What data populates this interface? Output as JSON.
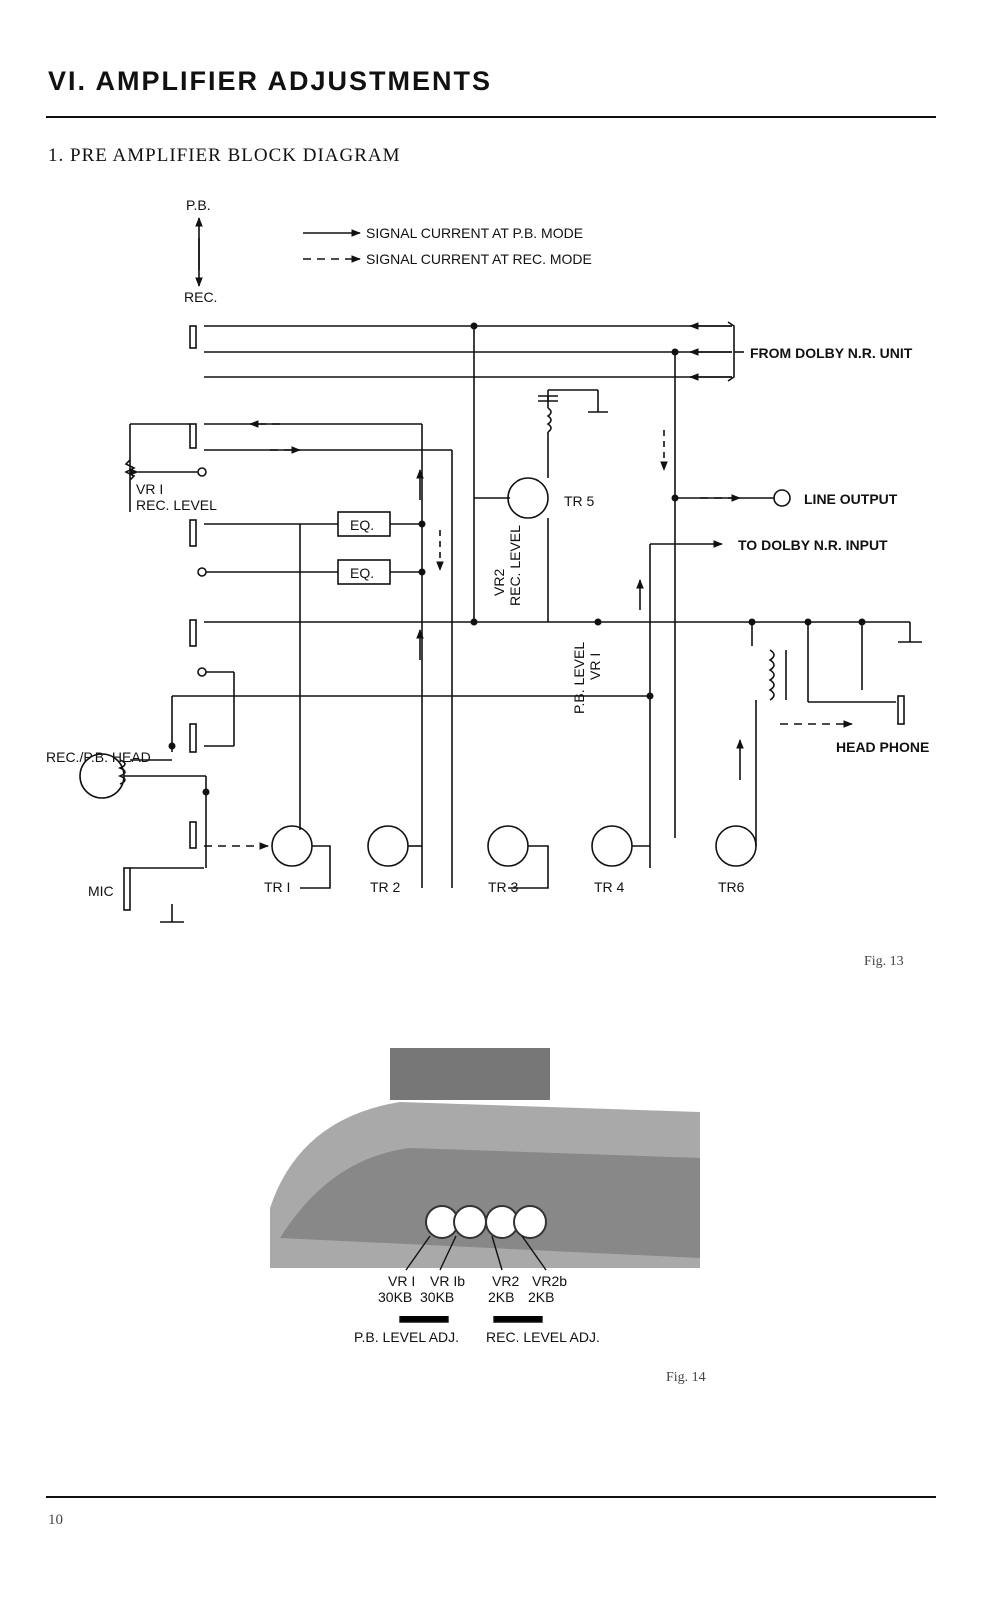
{
  "section_title": "VI. AMPLIFIER ADJUSTMENTS",
  "sub_heading": "1. PRE AMPLIFIER BLOCK DIAGRAM",
  "diagram": {
    "switch_pb": "P.B.",
    "switch_rec": "REC.",
    "legend_pb": "SIGNAL CURRENT AT P.B. MODE",
    "legend_rec": "SIGNAL CURRENT AT REC. MODE",
    "from_dolby": "FROM DOLBY N.R. UNIT",
    "line_output": "LINE OUTPUT",
    "to_dolby": "TO DOLBY N.R. INPUT",
    "vr1_top": "VR I",
    "rec_level": "REC. LEVEL",
    "eq1": "EQ.",
    "eq2": "EQ.",
    "vr2": "VR2",
    "vr2_rec_level": "REC. LEVEL",
    "tr5": "TR 5",
    "pb_level": "P.B. LEVEL",
    "vr1_side": "VR I",
    "rec_pb_head": "REC./P.B. HEAD",
    "head_phone": "HEAD PHONE",
    "mic": "MIC",
    "tr1": "TR I",
    "tr2": "TR 2",
    "tr3": "TR 3",
    "tr4": "TR 4",
    "tr6": "TR6"
  },
  "fig13": "Fig. 13",
  "photo": {
    "vr1": "VR I",
    "vr1b": "VR Ib",
    "vr2": "VR2",
    "vr2b": "VR2b",
    "vr1_val": "30KB",
    "vr1b_val": "30KB",
    "vr2_val": "2KB",
    "vr2b_val": "2KB",
    "pb_adj": "P.B. LEVEL ADJ.",
    "rec_adj": "REC. LEVEL ADJ."
  },
  "fig14": "Fig. 14",
  "page_number": "10"
}
